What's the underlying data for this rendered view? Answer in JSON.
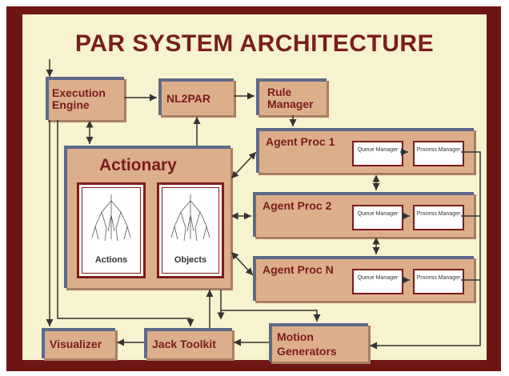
{
  "title": "PAR SYSTEM ARCHITECTURE",
  "boxes": {
    "execution_engine": "Execution Engine",
    "nl2par": "NL2PAR",
    "rule_manager": "Rule Manager",
    "actionary": "Actionary",
    "actions": "Actions",
    "objects": "Objects",
    "agent_proc_1": "Agent Proc 1",
    "agent_proc_2": "Agent Proc 2",
    "agent_proc_n": "Agent Proc N",
    "queue_manager": "Queue Manager",
    "process_manager": "Process Manager",
    "visualizer": "Visualizer",
    "jack_toolkit": "Jack Toolkit",
    "motion_generators": "Motion Generators"
  },
  "colors": {
    "frame": "#6e1616",
    "background": "#f7f2cf",
    "box": "#dcae8a",
    "text": "#7a1d1d"
  }
}
